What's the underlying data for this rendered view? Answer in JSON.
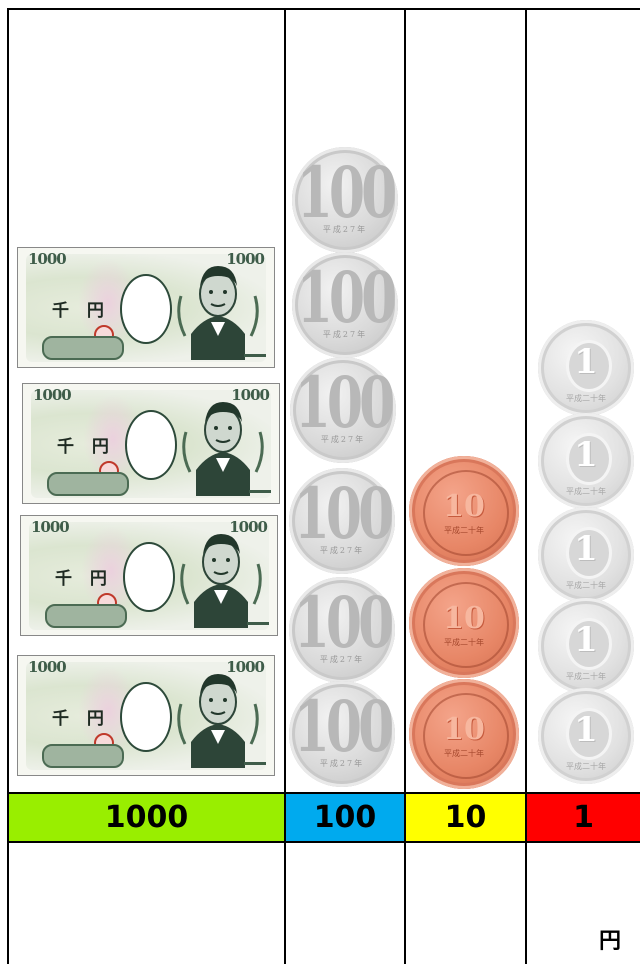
{
  "columns": [
    {
      "label": "1000",
      "color": "#99ee00"
    },
    {
      "label": "100",
      "color": "#00aaee"
    },
    {
      "label": "10",
      "color": "#ffff00"
    },
    {
      "label": "1",
      "color": "#ff0000"
    }
  ],
  "unit": "円",
  "banknote": {
    "denomination": "1000",
    "kanji": "千 円",
    "count": 4,
    "icon": "1000-yen-banknote"
  },
  "coin_100": {
    "denomination": "100",
    "era": "平成27年",
    "count": 6
  },
  "coin_10": {
    "denomination": "10",
    "era": "平成二十年",
    "count": 3
  },
  "coin_1": {
    "denomination": "1",
    "era": "平成二十年",
    "count": 5
  }
}
